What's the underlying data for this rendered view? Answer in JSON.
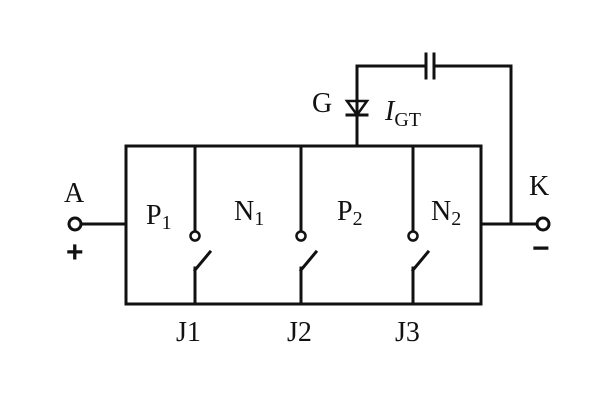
{
  "terminals": {
    "anode": {
      "label": "A",
      "polarity": "+"
    },
    "cathode": {
      "label": "K",
      "polarity": "−"
    },
    "gate": {
      "label": "G"
    }
  },
  "gate_current": {
    "symbol": "I",
    "subscript": "GT"
  },
  "regions": [
    {
      "letter": "P",
      "subscript": "1"
    },
    {
      "letter": "N",
      "subscript": "1"
    },
    {
      "letter": "P",
      "subscript": "2"
    },
    {
      "letter": "N",
      "subscript": "2"
    }
  ],
  "junctions": [
    "J1",
    "J2",
    "J3"
  ],
  "colors": {
    "ink": "#111111",
    "background": "#ffffff"
  }
}
